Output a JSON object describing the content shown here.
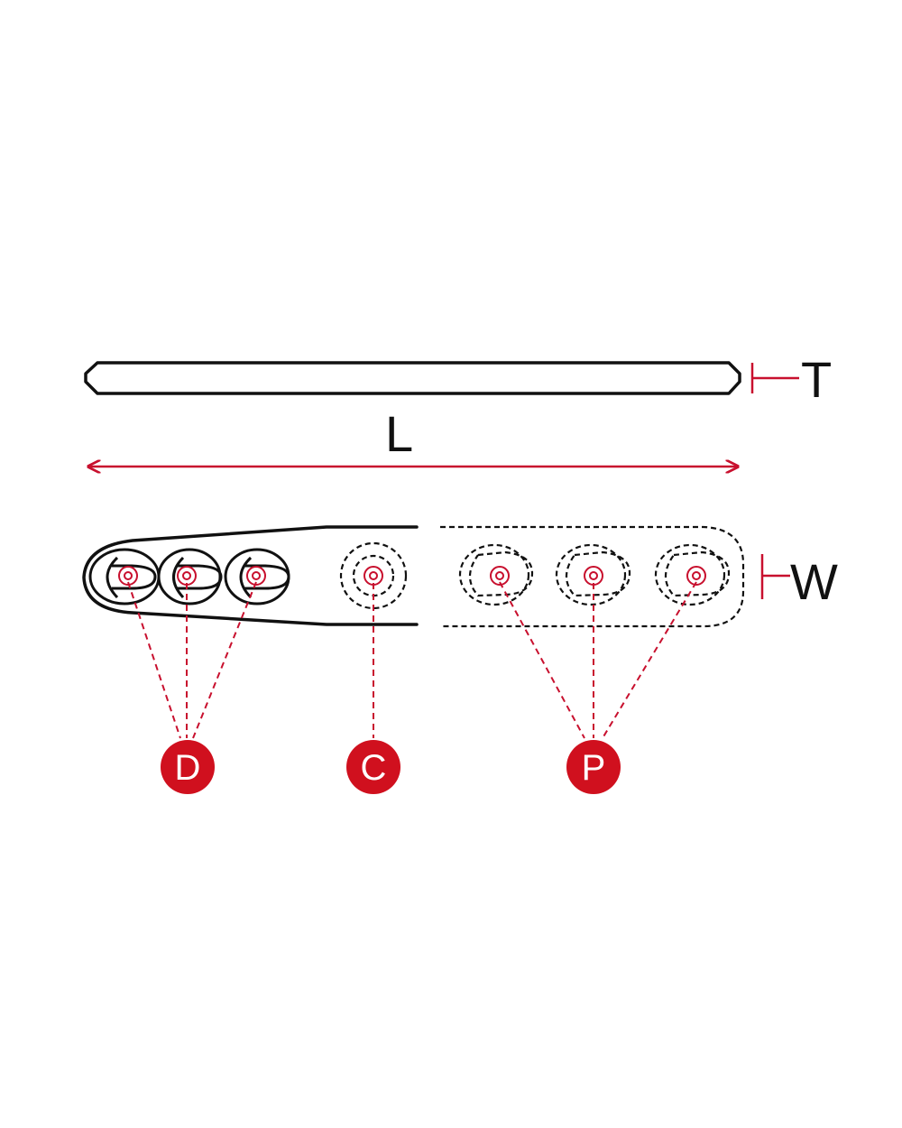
{
  "dimensions": {
    "thickness": "T",
    "length": "L",
    "width": "W"
  },
  "callouts": {
    "distal": "D",
    "center": "C",
    "proximal": "P"
  },
  "colors": {
    "annotation": "#c8102e",
    "badge_fill": "#d0101e",
    "outline": "#111111",
    "badge_text": "#ffffff"
  }
}
